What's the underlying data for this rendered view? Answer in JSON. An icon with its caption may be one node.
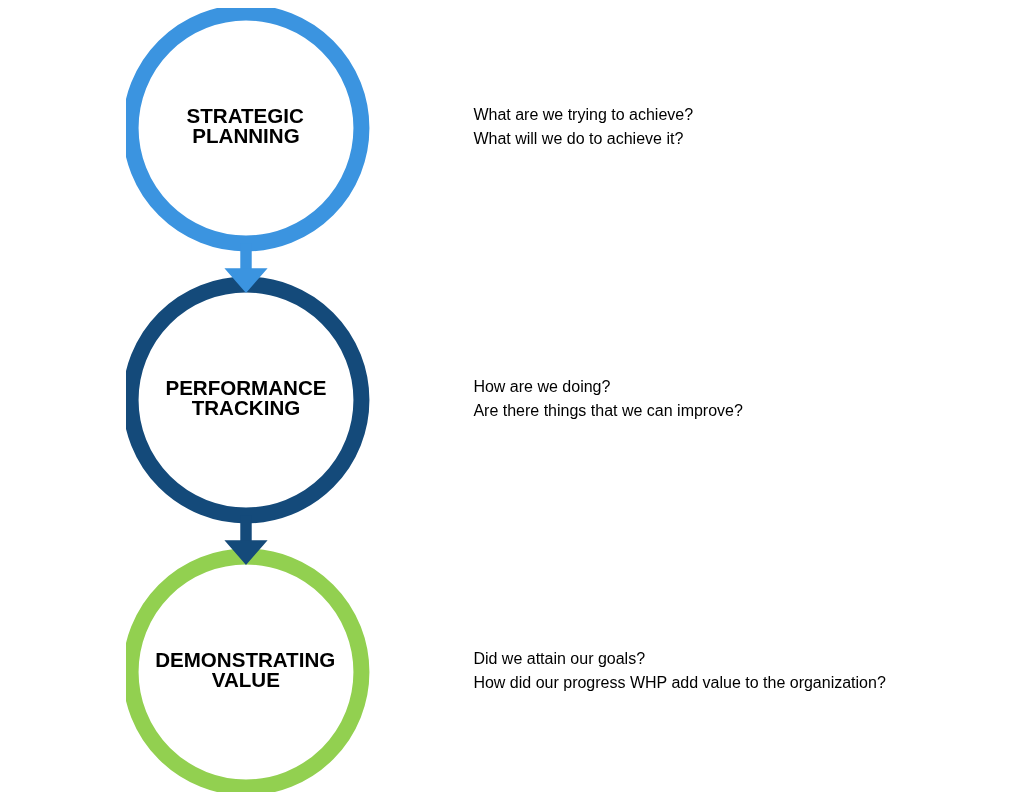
{
  "diagram": {
    "nodes": [
      {
        "text": [
          "STRATEGIC PLANNING"
        ],
        "beside": [
          "What are we trying to achieve?",
          "What will we do to achieve it?"
        ]
      },
      {
        "text": [
          "PERFORMANCE TRACKING"
        ],
        "beside": [
          "How are we doing?",
          "Are there things that we can improve?"
        ]
      },
      {
        "text": [
          "DEMONSTRATING VALUE"
        ],
        "beside": [
          "Did we attain our goals?",
          "How did our progress WHP add value to the organization?"
        ]
      }
    ],
    "edges": [
      {
        "from": 0,
        "to": 1,
        "arrow": "to",
        "color": "#3b94e0"
      },
      {
        "from": 1,
        "to": 2,
        "arrow": "to",
        "color": "#144a7a"
      }
    ]
  }
}
